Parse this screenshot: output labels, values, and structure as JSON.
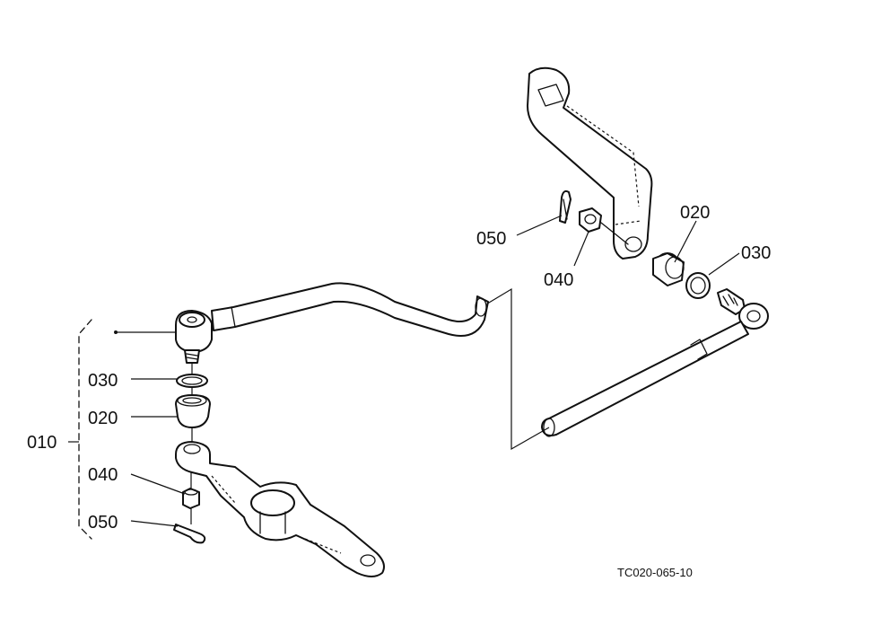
{
  "diagram": {
    "drawing_code": "TC020-065-10",
    "labels": {
      "assembly": "010",
      "left": {
        "p030": "030",
        "p020": "020",
        "p040": "040",
        "p050": "050"
      },
      "right": {
        "p050": "050",
        "p040": "040",
        "p020": "020",
        "p030": "030"
      }
    }
  }
}
